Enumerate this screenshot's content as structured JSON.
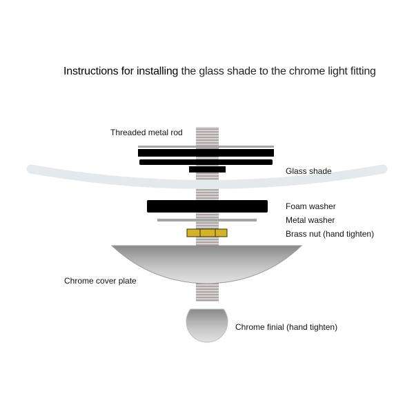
{
  "title": {
    "bold_part": "Instructions for installing",
    "rest": "the glass shade to the chrome light fitting"
  },
  "labels": {
    "rod": "Threaded metal rod",
    "shade": "Glass shade",
    "foam": "Foam washer",
    "metal": "Metal washer",
    "brass": "Brass nut  (hand tighten)",
    "cover": "Chrome cover plate",
    "finial": "Chrome finial (hand tighten)"
  },
  "colors": {
    "rod": "#c9c2c2",
    "thread": "#8f8a8a",
    "washer": "#000000",
    "brass": "#d4b22a",
    "shade": "#e4eaec",
    "chrome": "#a8a8a8"
  }
}
